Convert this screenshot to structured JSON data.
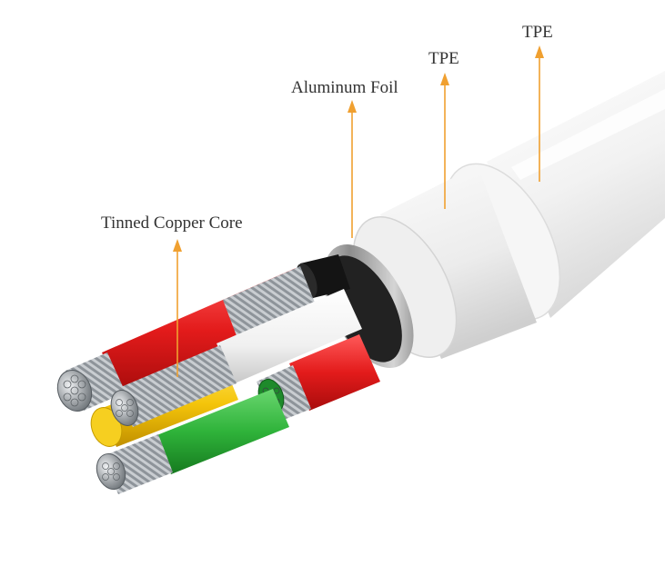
{
  "labels": {
    "tpe_outer": "TPE",
    "tpe_inner": "TPE",
    "aluminum_foil": "Aluminum Foil",
    "tinned_copper_core": "Tinned Copper Core"
  },
  "colors": {
    "arrow": "#f0a030",
    "outer_jacket": "#f4f4f4",
    "inner_jacket": "#eeeeee",
    "foil": "#9a9a9a",
    "red_wire": "#e31b1b",
    "white_wire": "#f7f7f7",
    "green_wire": "#2fb33a",
    "yellow_filler": "#f4c40a",
    "copper_strand": "#9aa0a6",
    "label_text": "#333333"
  },
  "icons": {
    "arrow": "arrow-up-icon"
  }
}
